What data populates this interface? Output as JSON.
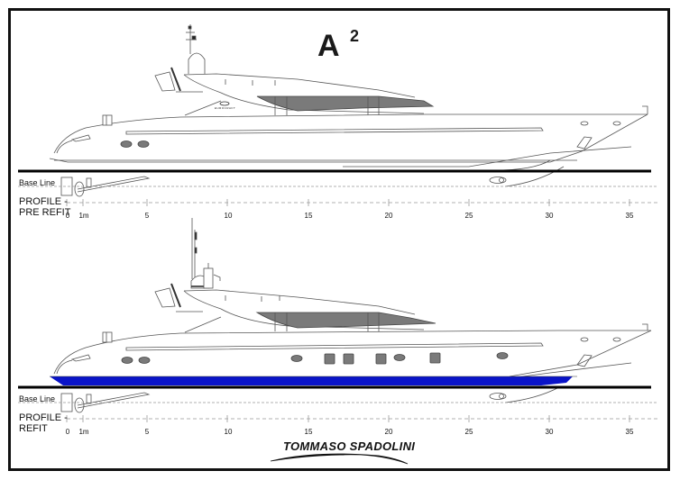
{
  "title": {
    "main": "A",
    "superscript": "2"
  },
  "builder_logo_text": "EUROCRAFT",
  "designer": "TOMMASO SPADOLINI",
  "colors": {
    "frame": "#111111",
    "line": "#555555",
    "glazing": "#7a7a7a",
    "antifouling_blue": "#0a14c8",
    "waterline": "#000000"
  },
  "profiles": [
    {
      "id": "pre-refit",
      "label_line1": "PROFILE -",
      "label_line2": "PRE REFIT",
      "base_line_label": "Base Line",
      "scale": {
        "start_label": "0",
        "unit_label": "1m",
        "ticks": [
          "5",
          "10",
          "15",
          "20",
          "25",
          "30",
          "35"
        ]
      },
      "has_blue_hull": false,
      "has_radar_dome": false
    },
    {
      "id": "refit",
      "label_line1": "PROFILE -",
      "label_line2": "REFIT",
      "base_line_label": "Base Line",
      "scale": {
        "start_label": "0",
        "unit_label": "1m",
        "ticks": [
          "5",
          "10",
          "15",
          "20",
          "25",
          "30",
          "35"
        ]
      },
      "has_blue_hull": true,
      "has_radar_dome": true
    }
  ]
}
